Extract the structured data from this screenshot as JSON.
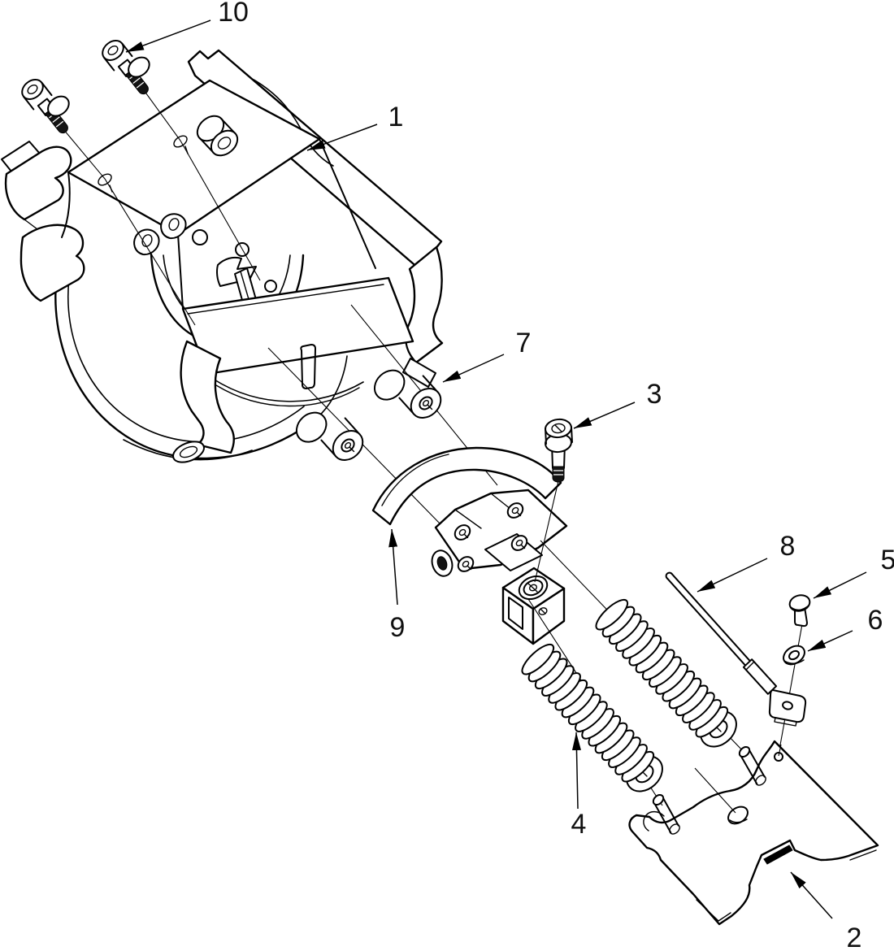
{
  "figure": {
    "type": "exploded-view-technical-illustration",
    "background_color": "#ffffff",
    "line_color": "#000000",
    "thread_fill_color": "#131313"
  },
  "callouts": [
    {
      "label": "1"
    },
    {
      "label": "2"
    },
    {
      "label": "3"
    },
    {
      "label": "4"
    },
    {
      "label": "5"
    },
    {
      "label": "6"
    },
    {
      "label": "7"
    },
    {
      "label": "8"
    },
    {
      "label": "9"
    },
    {
      "label": "10"
    }
  ]
}
